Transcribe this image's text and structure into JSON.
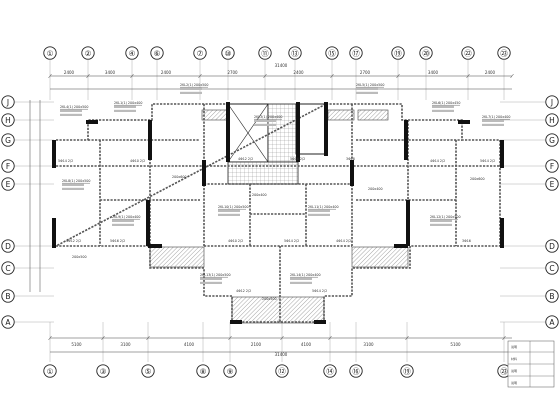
{
  "axes_top": [
    "①",
    "②",
    "④",
    "⑥",
    "⑦",
    "⑩",
    "⑪",
    "⑬",
    "⑮",
    "⑰",
    "⑲",
    "⑳",
    "㉒",
    "㉓"
  ],
  "axes_bottom": [
    "①",
    "③",
    "⑤",
    "⑧",
    "⑨",
    "⑫",
    "⑭",
    "⑯",
    "⑲",
    "㉓"
  ],
  "rows": [
    "J",
    "H",
    "G",
    "F",
    "E",
    "D",
    "C",
    "B",
    "A"
  ],
  "dims_top": [
    "2400",
    "3400",
    "2400",
    "2700",
    "2400",
    "2700",
    "3400",
    "2400"
  ],
  "dim_total": "31400",
  "dims_bottom": [
    "5100",
    "3100",
    "4100",
    "2100",
    "4100",
    "3100",
    "5100"
  ],
  "beam_labels": [
    "2KL4(1) 200x500",
    "2KL1(1) 200x400",
    "2KL2(1) 200x500",
    "2KL3(1) 200x400",
    "2KL5(1) 200x500",
    "2KL6(1) 200x450",
    "2KL7(1) 200x400",
    "2KL8(1) 200x500",
    "2KL9(1) 200x400",
    "2KL10(1) 200x500",
    "2KL11(1) 200x400",
    "2KL12(1) 200x500",
    "2KL13(1) 200x500",
    "2KL14(1) 200x400"
  ],
  "span_labels": [
    "5Φ14 2/2",
    "4Φ10 2/2",
    "4Φ12 2/2",
    "5Φ16 2/2",
    "3Φ18",
    "4Φ14 2/2",
    "5Φ14 2/2",
    "4Φ12 2/2",
    "5Φ16 2/2",
    "4Φ10 2/2",
    "5Φ14 2/2",
    "4Φ14 2/2",
    "3Φ16",
    "4Φ12 2/2",
    "5Φ14 2/2"
  ],
  "size_labels": [
    "200x600",
    "200x400",
    "200x500",
    "200x600",
    "200x400",
    "200x500"
  ],
  "legend": [
    "说明",
    "材料",
    "说明",
    "说明"
  ]
}
